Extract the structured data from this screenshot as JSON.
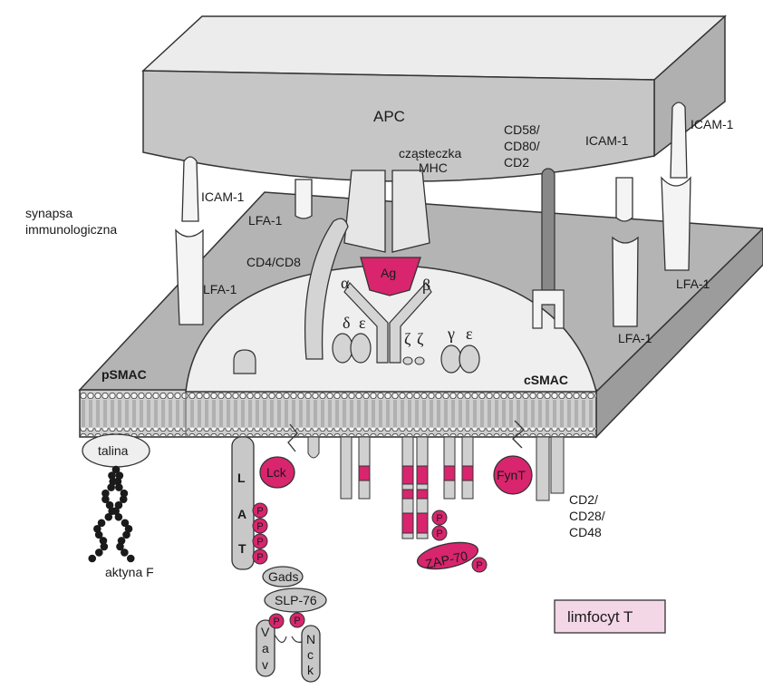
{
  "labels": {
    "apc": "APC",
    "mhc_line1": "cząsteczka",
    "mhc_line2": "MHC",
    "cd58_line1": "CD58/",
    "cd58_line2": "CD80/",
    "cd58_line3": "CD2",
    "icam_top": "ICAM-1",
    "icam_right": "ICAM-1",
    "icam_left": "ICAM-1",
    "lfa_top": "LFA-1",
    "lfa_left": "LFA-1",
    "lfa_right_top": "LFA-1",
    "lfa_right_bottom": "LFA-1",
    "synapse_line1": "synapsa",
    "synapse_line2": "immunologiczna",
    "cd4cd8": "CD4/CD8",
    "ag": "Ag",
    "alpha": "α",
    "beta": "β",
    "delta": "δ",
    "epsilon1": "ε",
    "zeta1": "ζ",
    "zeta2": "ζ",
    "gamma": "γ",
    "epsilon2": "ε",
    "psmac": "pSMAC",
    "csmac": "cSMAC",
    "talina": "talina",
    "aktyna": "aktyna F",
    "lat_l": "L",
    "lat_a": "A",
    "lat_t": "T",
    "lck": "Lck",
    "fynt": "FynT",
    "zap70": "ZAP-70",
    "gads": "Gads",
    "slp76": "SLP-76",
    "vav_v1": "V",
    "vav_a": "a",
    "vav_v2": "v",
    "nck_n": "N",
    "nck_c": "c",
    "nck_k": "k",
    "p": "P",
    "cd2_line1": "CD2/",
    "cd2_line2": "CD28/",
    "cd2_line3": "CD48",
    "limfocyt": "limfocyt T"
  },
  "colors": {
    "magenta": "#d8256e",
    "pink_box": "#f4d7e6",
    "apc_gray": "#c4c4c4",
    "membrane_gray": "#b5b5b5",
    "dome": "#eeeeee",
    "molecule": "#e2e2e2"
  }
}
